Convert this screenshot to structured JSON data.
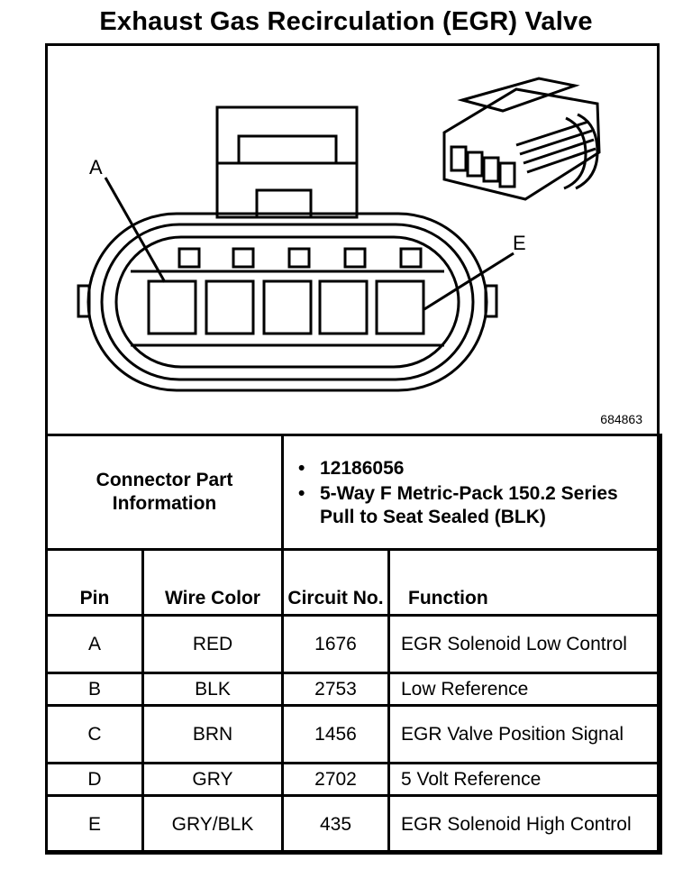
{
  "title": "Exhaust Gas Recirculation (EGR) Valve",
  "figure_id": "684863",
  "callouts": {
    "a": "A",
    "e": "E"
  },
  "connector_info": {
    "label": "Connector Part Information",
    "items": [
      "12186056",
      "5-Way F Metric-Pack 150.2 Series Pull to Seat Sealed (BLK)"
    ]
  },
  "pin_table": {
    "headers": [
      "Pin",
      "Wire Color",
      "Circuit No.",
      "Function"
    ],
    "rows": [
      {
        "pin": "A",
        "color": "RED",
        "circuit": "1676",
        "function": "EGR Solenoid Low Control"
      },
      {
        "pin": "B",
        "color": "BLK",
        "circuit": "2753",
        "function": "Low Reference"
      },
      {
        "pin": "C",
        "color": "BRN",
        "circuit": "1456",
        "function": "EGR Valve Position Signal"
      },
      {
        "pin": "D",
        "color": "GRY",
        "circuit": "2702",
        "function": "5 Volt Reference"
      },
      {
        "pin": "E",
        "color": "GRY/BLK",
        "circuit": "435",
        "function": "EGR Solenoid High Control"
      }
    ]
  }
}
